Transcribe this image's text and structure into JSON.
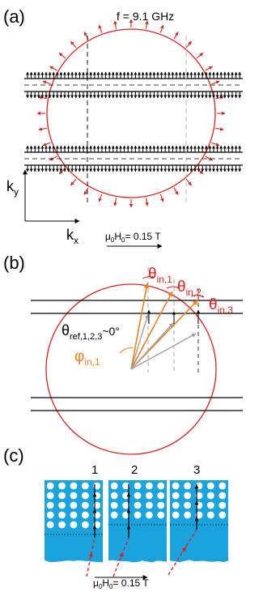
{
  "panel_a": {
    "label": "(a)",
    "frequency": "f = 9.1 GHz",
    "ky_main": "k",
    "ky_sub": "y",
    "kx_main": "k",
    "kx_sub": "x",
    "field_mu": "μ",
    "field_mu_sub": "0",
    "field_H": "H",
    "field_H_sub": "0",
    "field_value": "= 0.15 T"
  },
  "panel_b": {
    "label": "(b)",
    "theta_in_1_main": "θ",
    "theta_in_1_sub": "in,1",
    "theta_in_2_main": "θ",
    "theta_in_2_sub": "in,2",
    "theta_in_3_main": "θ",
    "theta_in_3_sub": "in,3",
    "theta_ref_main": "θ",
    "theta_ref_sub": "ref,1,2,3",
    "theta_ref_value": "~0°",
    "phi_main": "φ",
    "phi_sub": "in,1"
  },
  "panel_c": {
    "label": "(c)",
    "sample_labels": [
      "1",
      "2",
      "3"
    ],
    "field_mu": "μ",
    "field_mu_sub": "0",
    "field_H": "H",
    "field_H_sub": "0",
    "field_value": "= 0.15 T"
  },
  "colors": {
    "red": "#e0201e",
    "orange": "#f07f1e",
    "blue": "#1aa3dd",
    "grey": "#a8a8a8"
  }
}
